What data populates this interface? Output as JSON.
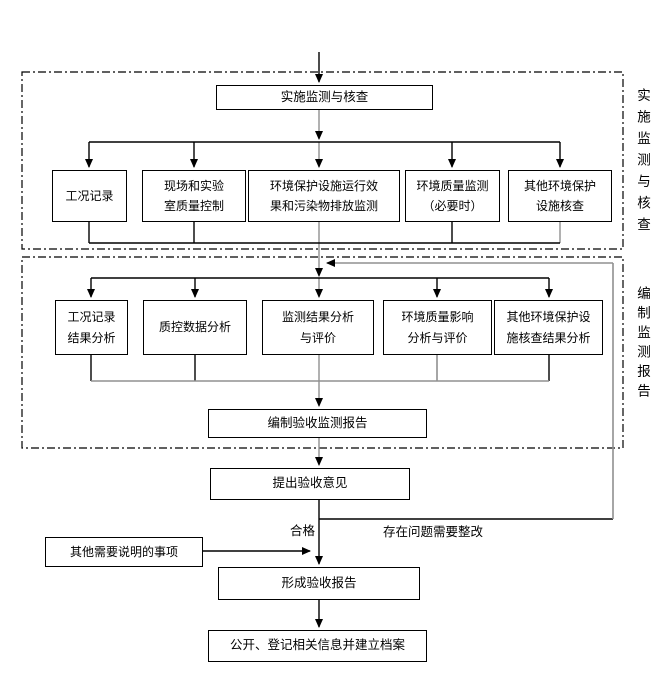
{
  "flow": {
    "implement_box": "实施监测与核查",
    "row2": [
      {
        "label": "工况记录"
      },
      {
        "label": "现场和实验\n室质量控制"
      },
      {
        "label": "环境保护设施运行效\n果和污染物排放监测"
      },
      {
        "label": "环境质量监测\n（必要时）"
      },
      {
        "label": "其他环境保护\n设施核查"
      }
    ],
    "row3": [
      {
        "label": "工况记录\n结果分析"
      },
      {
        "label": "质控数据分析"
      },
      {
        "label": "监测结果分析\n与评价"
      },
      {
        "label": "环境质量影响\n分析与评价"
      },
      {
        "label": "其他环境保护设\n施核查结果分析"
      }
    ],
    "report_box": "编制验收监测报告",
    "opinion_box": "提出验收意见",
    "pass_label": "合格",
    "rectify_label": "存在问题需要整改",
    "other_box": "其他需要说明的事项",
    "final_report_box": "形成验收报告",
    "archive_box": "公开、登记相关信息并建立档案",
    "section1_label": "实施监测与核查",
    "section2_label": "编制监测报告"
  },
  "colors": {
    "line_black": "#000000",
    "line_gray": "#909090",
    "background": "#ffffff"
  }
}
